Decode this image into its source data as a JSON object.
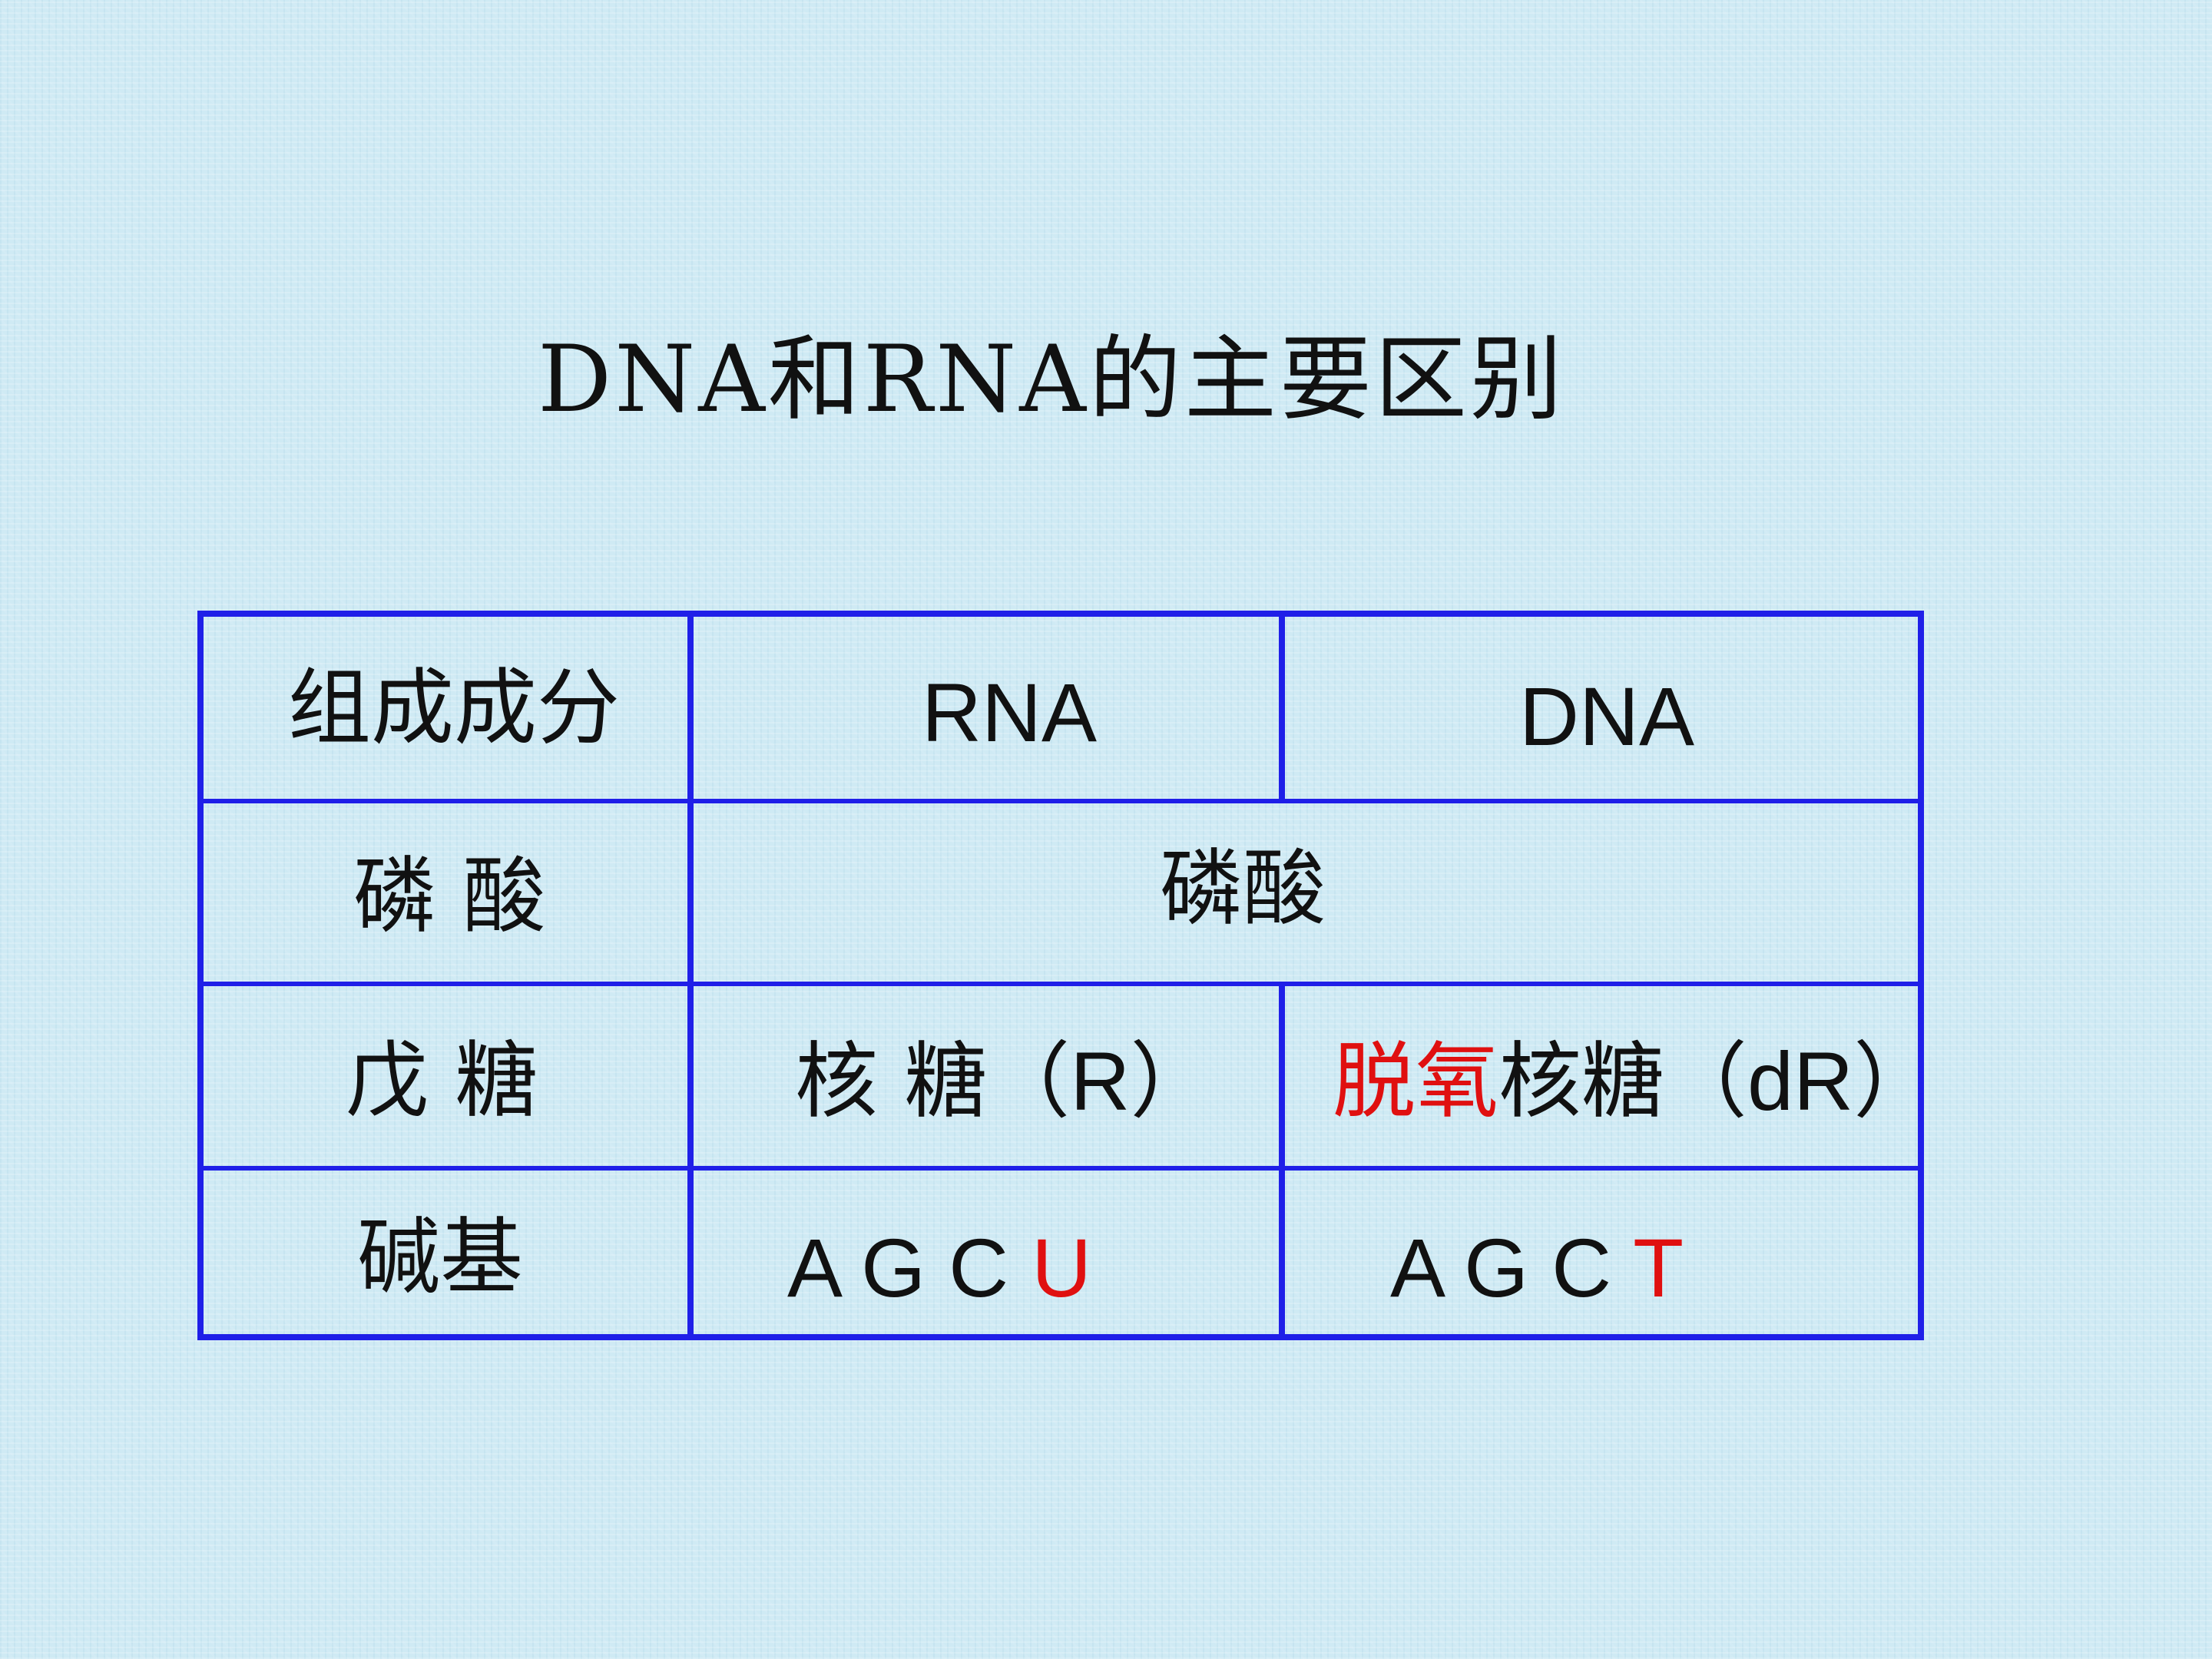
{
  "title": "DNA和RNA的主要区别",
  "colors": {
    "border": "#1f1fe8",
    "highlight": "#e01010",
    "text": "#111111",
    "background": "#cfeaf4"
  },
  "table": {
    "header": {
      "label": "组成成分",
      "rna": "RNA",
      "dna": "DNA"
    },
    "phosphate": {
      "label": "磷 酸",
      "value": "磷酸"
    },
    "sugar": {
      "label": "戊 糖",
      "rna": {
        "name": "核 糖",
        "symbol": "（R）"
      },
      "dna": {
        "prefix_highlight": "脱氧",
        "name": "核糖",
        "symbol": "（dR）"
      }
    },
    "bases": {
      "label": "碱基",
      "rna": {
        "common": "A G C ",
        "unique": "U"
      },
      "dna": {
        "common": "A G C ",
        "unique": "T"
      }
    }
  }
}
